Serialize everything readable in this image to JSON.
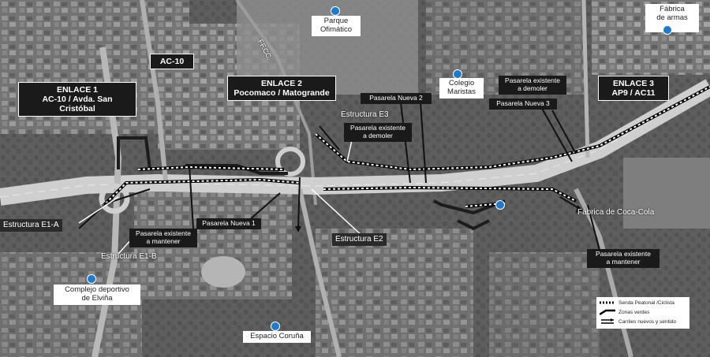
{
  "labels": {
    "enlace1": "ENLACE 1\nAC-10 / Avda. San Cristóbal",
    "ac10": "AC-10",
    "enlace2": "ENLACE 2\nPocomaco / Matogrande",
    "enlace3": "ENLACE 3\nAP9 / AC11",
    "ffcc": "FF.CC.",
    "pasarela_nueva_2": "Pasarela Nueva 2",
    "pasarela_existente_demoler_1": "Pasarela existente\na demoler",
    "estructura_e3": "Estructura E3",
    "pasarela_existente_demoler_2": "Pasarela existente\na demoler",
    "pasarela_nueva_3": "Pasarela Nueva 3",
    "pasarela_nueva_1": "Pasarela Nueva 1",
    "pasarela_existente_mantener_1": "Pasarela existente\na mantener",
    "estructura_e2": "Estructura E2",
    "estructura_e1a": "Estructura E1-A",
    "estructura_e1b": "Estructura E1-B",
    "pasarela_existente_mantener_2": "Pasarela existente\na mantener"
  },
  "pois": {
    "parque": "Parque\nOfimático",
    "colegio": "Colegio\nMaristas",
    "fabrica_armas": "Fábrica\nde armas",
    "coca_cola": "Fábrica de Coca-Cola",
    "elvina": "Complejo deportivo\nde Elviña",
    "espacio": "Espacio Coruña"
  },
  "legend": {
    "senda": "Senda Peatonal /Ciclista",
    "zonas": "Zonas verdes",
    "carriles": "Carriles nuevos y sentido"
  },
  "colors": {
    "label_bg": "#1a1a1a",
    "poi": "#1f7ac9"
  }
}
